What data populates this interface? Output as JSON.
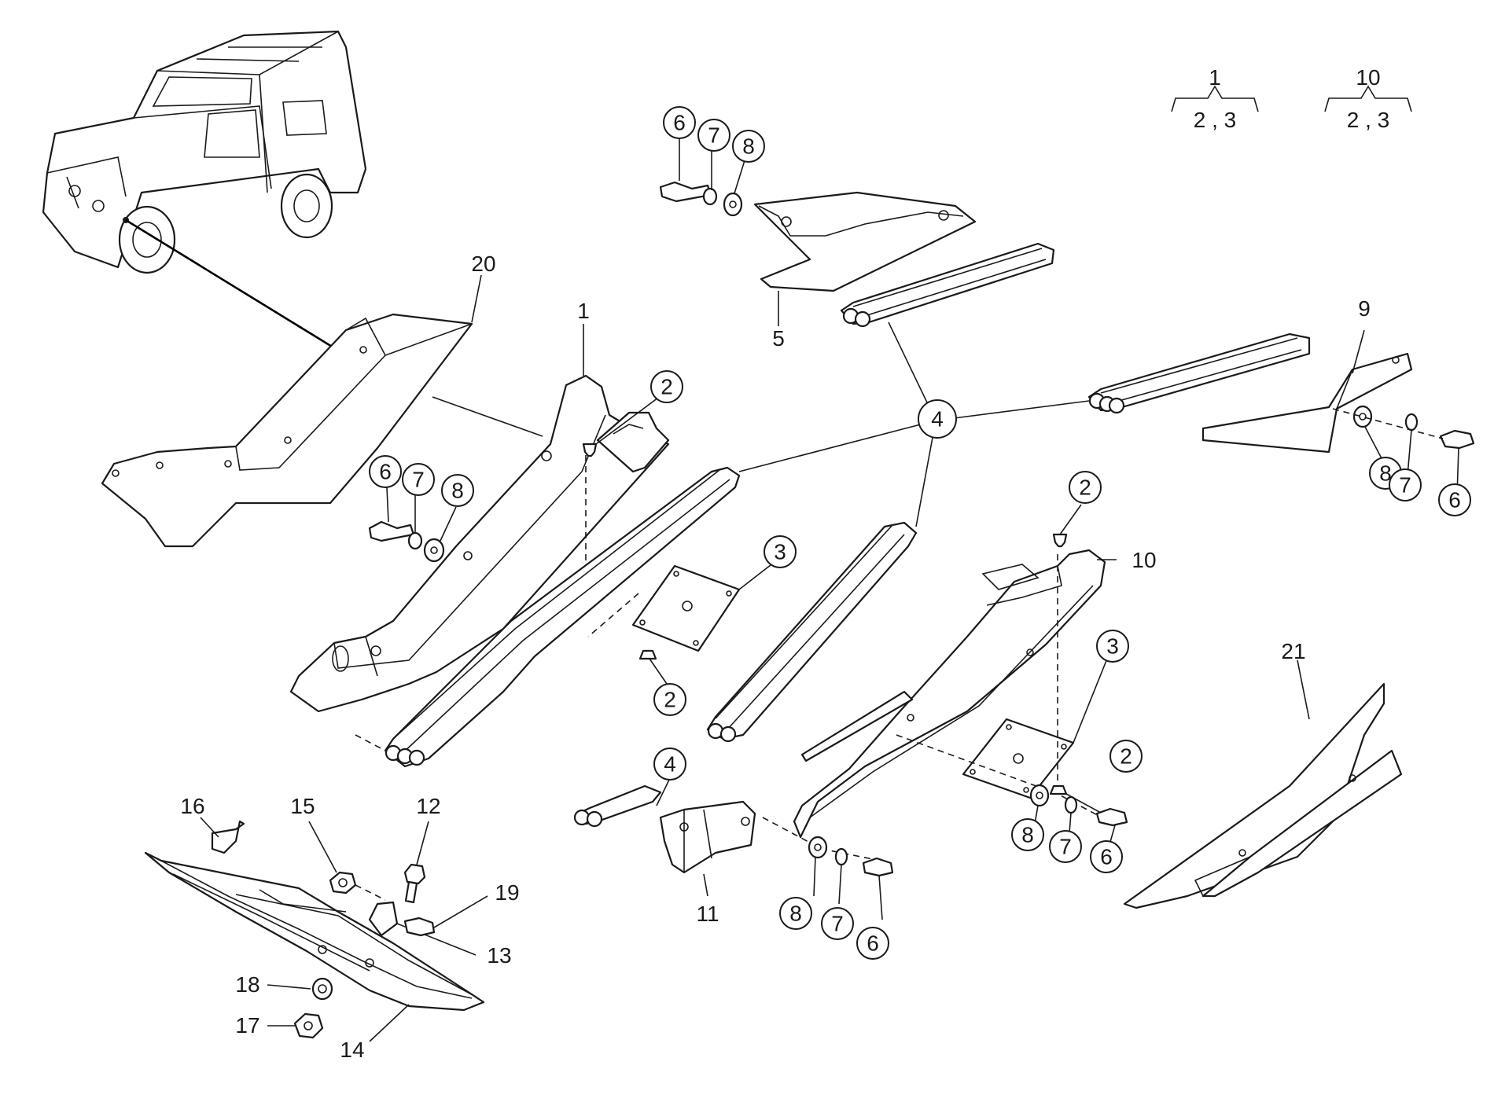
{
  "accent_color": "#1a1a1a",
  "background_color": "#ffffff",
  "legend": {
    "group_a": {
      "parent": "1",
      "children": "2 , 3"
    },
    "group_b": {
      "parent": "10",
      "children": "2 , 3"
    }
  },
  "labels": {
    "l1": "1",
    "l5": "5",
    "l9": "9",
    "l10": "10",
    "l11": "11",
    "l12": "12",
    "l13": "13",
    "l14": "14",
    "l15": "15",
    "l16": "16",
    "l17": "17",
    "l18": "18",
    "l19": "19",
    "l20": "20",
    "l21": "21"
  },
  "callouts": {
    "c2a": "2",
    "c2b": "2",
    "c2c": "2",
    "c2d": "2",
    "c3a": "3",
    "c3b": "3",
    "c4main": "4",
    "c4b": "4",
    "c6a": "6",
    "c6b": "6",
    "c6c": "6",
    "c6d": "6",
    "c6e": "6",
    "c7a": "7",
    "c7b": "7",
    "c7c": "7",
    "c7d": "7",
    "c7e": "7",
    "c8a": "8",
    "c8b": "8",
    "c8c": "8",
    "c8d": "8",
    "c8e": "8"
  }
}
